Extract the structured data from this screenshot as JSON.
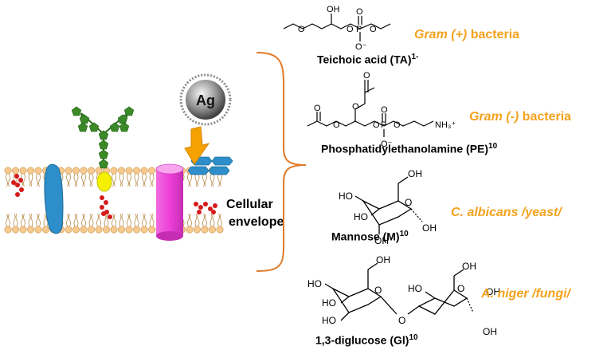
{
  "left_panel": {
    "particle_label": "Ag",
    "envelope_label_line1": "Cellular",
    "envelope_label_line2": "envelope"
  },
  "molecules": [
    {
      "name": "Teichoic acid (TA)",
      "superscript": "1-",
      "organism_italic": "Gram (+)",
      "organism_plain": " bacteria",
      "atoms": [
        "OH",
        "O",
        "O",
        "P",
        "O",
        "O",
        "O⁻"
      ]
    },
    {
      "name": "Phosphatidylethanolamine (PE)",
      "superscript": "10",
      "organism_italic": "Gram (-)",
      "organism_plain": " bacteria",
      "atoms": [
        "O",
        "O",
        "O",
        "O",
        "O",
        "P",
        "O",
        "O",
        "O⁻",
        "NH₃⁺"
      ]
    },
    {
      "name": "Mannose (M)",
      "superscript": "10",
      "organism_italic": "C. albicans /yeast/",
      "organism_plain": "",
      "atoms": [
        "OH",
        "HO",
        "HO",
        "OH",
        "O",
        "OH"
      ]
    },
    {
      "name": "1,3-diglucose (Gl)",
      "superscript": "10",
      "organism_italic": "A. niger /fungi/",
      "organism_plain": "",
      "atoms": [
        "OH",
        "HO",
        "HO",
        "HO",
        "O",
        "O",
        "OH",
        "HO",
        "O",
        "OH",
        "OH"
      ]
    }
  ],
  "colors": {
    "orange_text": "#f4a21c",
    "bracket": "#e07b2a",
    "protein_blue": "#2e8ec9",
    "channel_pink": "#ee40d8",
    "glycan_green": "#3b8a27",
    "anchor_yellow": "#f5f000",
    "lipid_red": "#d41a1a",
    "arrow_orange": "#f5a100",
    "membrane_head": "#f7c98d"
  }
}
